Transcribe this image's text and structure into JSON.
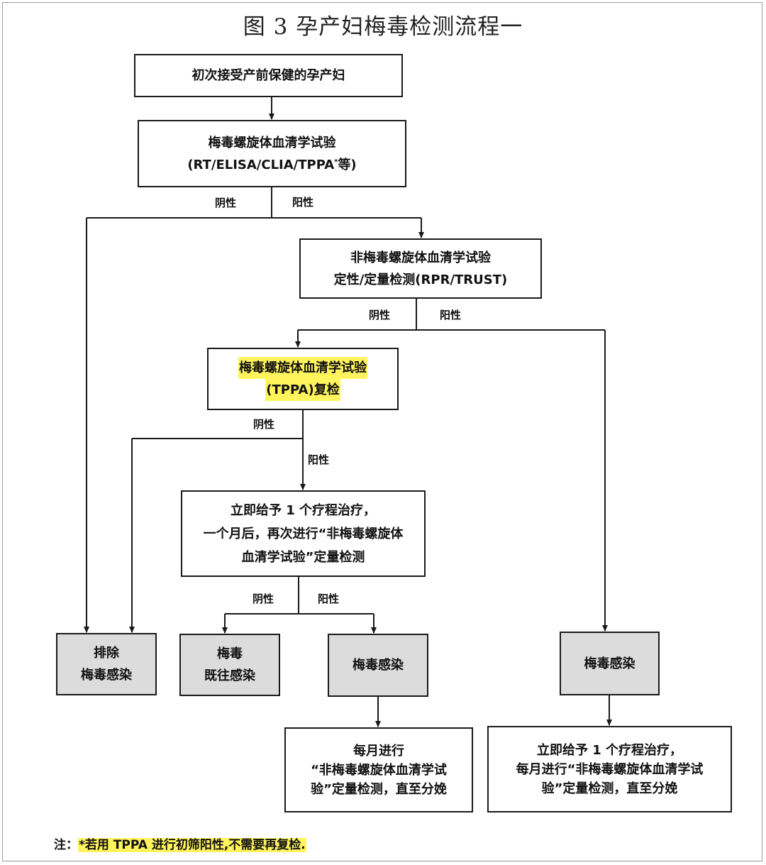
{
  "title": "图 3  孕产妇梅毒检测流程一",
  "boxes": {
    "b1": {
      "lines": [
        "初次接受产前保健的孕产妇"
      ]
    },
    "b2": {
      "lines": [
        "梅毒螺旋体血清学试验",
        "(RT/ELISA/CLIA/TPPA",
        "等)"
      ],
      "superscript": "*"
    },
    "b3": {
      "lines": [
        "非梅毒螺旋体血清学试验",
        "定性/定量检测(RPR/TRUST)"
      ]
    },
    "b4": {
      "lines": [
        "梅毒螺旋体血清学试验",
        "(TPPA)复检"
      ]
    },
    "b5": {
      "lines": [
        "立即给予 1 个疗程治疗，",
        "一个月后，再次进行“非梅毒螺旋体",
        "血清学试验”定量检测"
      ]
    },
    "r1": {
      "lines": [
        "排除",
        "梅毒感染"
      ]
    },
    "r2": {
      "lines": [
        "梅毒",
        "既往感染"
      ]
    },
    "r3": {
      "lines": [
        "梅毒感染"
      ]
    },
    "r4": {
      "lines": [
        "梅毒感染"
      ]
    },
    "f1": {
      "lines": [
        "每月进行",
        "“非梅毒螺旋体血清学试",
        "验”定量检测，直至分娩"
      ]
    },
    "f2": {
      "lines": [
        "立即给予 1 个疗程治疗，",
        "每月进行“非梅毒螺旋体血清学试",
        "验”定量检测，直至分娩"
      ]
    }
  },
  "labels": {
    "l1": "阴性",
    "l2": "阳性",
    "l3": "阴性",
    "l4": "阳性",
    "l5": "阴性",
    "l6": "阳性",
    "l7": "阴性",
    "l8": "阳性"
  },
  "note": {
    "prefix": "注：",
    "text": "*若用 TPPA 进行初筛阳性,不需要再复检."
  },
  "colors": {
    "highlight": "#fff45c",
    "result_fill": "#dcdcdc",
    "line": "#1a1a1a"
  }
}
